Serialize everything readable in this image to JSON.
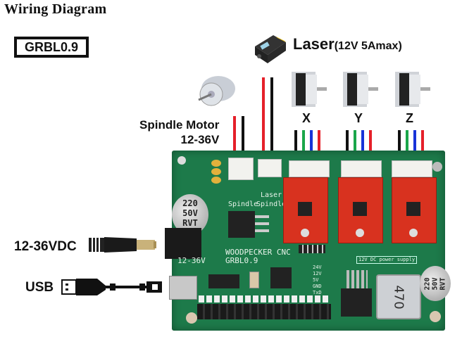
{
  "title": "Wiring Diagram",
  "badge": "GRBL0.9",
  "laser": {
    "label": "Laser",
    "spec": "(12V 5Amax)"
  },
  "spindle": {
    "line1": "Spindle Motor",
    "line2": "12-36V"
  },
  "axes": [
    {
      "label": "X",
      "wires": [
        "black",
        "green",
        "blue",
        "red"
      ]
    },
    {
      "label": "Y",
      "wires": [
        "black",
        "green",
        "blue",
        "red"
      ]
    },
    {
      "label": "Z",
      "wires": [
        "black",
        "green",
        "blue",
        "red"
      ]
    }
  ],
  "power": {
    "label": "12-36VDC"
  },
  "usb": {
    "label": "USB"
  },
  "board": {
    "brand": "WOODPECKER CNC",
    "model": "GRBL0.9",
    "voltage": "12-36V",
    "laser_conn": "Laser",
    "spindle_conn_1": "Spindle",
    "spindle_conn_2": "Spindle",
    "supply_label": "12V DC power supply",
    "cap_left": [
      "220",
      "50V",
      "RVT"
    ],
    "cap_right": [
      "220",
      "50V",
      "RVT"
    ],
    "inductor": "470",
    "power_pins": [
      "24V",
      "12V",
      "5V",
      "GND",
      "TxD"
    ]
  },
  "colors": {
    "red": "#e5202a",
    "black": "#111111",
    "green": "#1aa64a",
    "blue": "#1833d8",
    "pcb": "#1d7a4a",
    "driver": "#d8321f"
  }
}
